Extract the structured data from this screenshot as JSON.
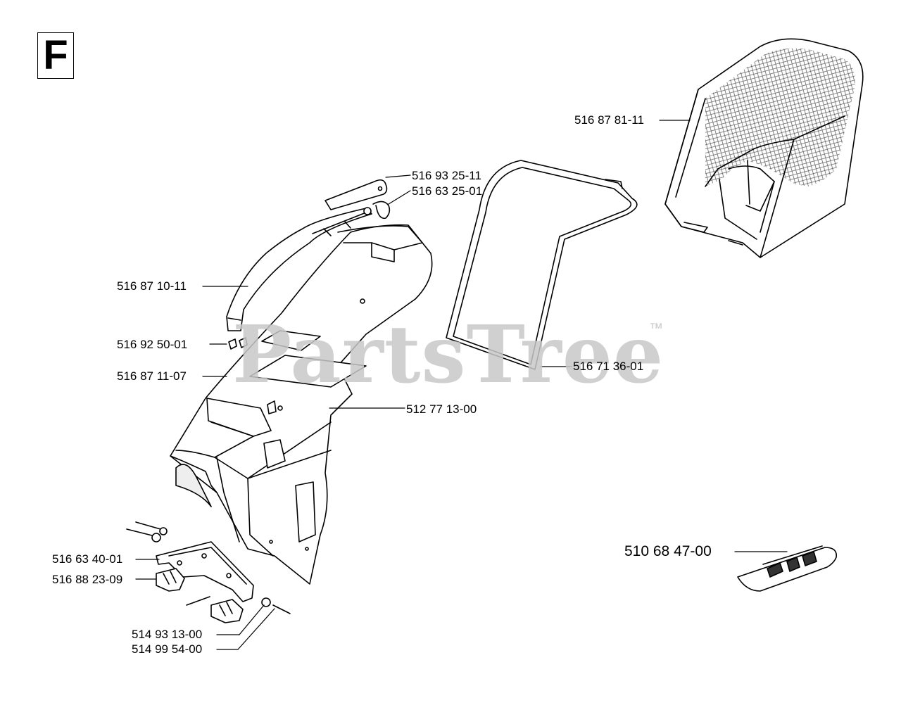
{
  "section": {
    "letter": "F"
  },
  "watermark": {
    "text": "PartsTree",
    "trademark": "™",
    "color": "#c8c8c8"
  },
  "parts": [
    {
      "id": "p1",
      "number": "516 87 81-11"
    },
    {
      "id": "p2",
      "number": "516 93 25-11"
    },
    {
      "id": "p3",
      "number": "516 63 25-01"
    },
    {
      "id": "p4",
      "number": "516 87 10-11"
    },
    {
      "id": "p5",
      "number": "516 92 50-01"
    },
    {
      "id": "p6",
      "number": "516 87 11-07"
    },
    {
      "id": "p7",
      "number": "516 71 36-01"
    },
    {
      "id": "p8",
      "number": "512 77 13-00"
    },
    {
      "id": "p9",
      "number": "516 63 40-01"
    },
    {
      "id": "p10",
      "number": "516 88 23-09"
    },
    {
      "id": "p11",
      "number": "514 93 13-00"
    },
    {
      "id": "p12",
      "number": "514 99 54-00"
    },
    {
      "id": "p13",
      "number": "510 68 47-00"
    }
  ],
  "components": [
    "grass-catcher-bag-icon",
    "handle-cover-icon",
    "spring-clip-icon",
    "handle-bar-icon",
    "screw-icon",
    "catcher-frame-icon",
    "mounting-plate-icon",
    "hinge-bracket-icon",
    "decal-icon",
    "chute-cover-icon"
  ]
}
